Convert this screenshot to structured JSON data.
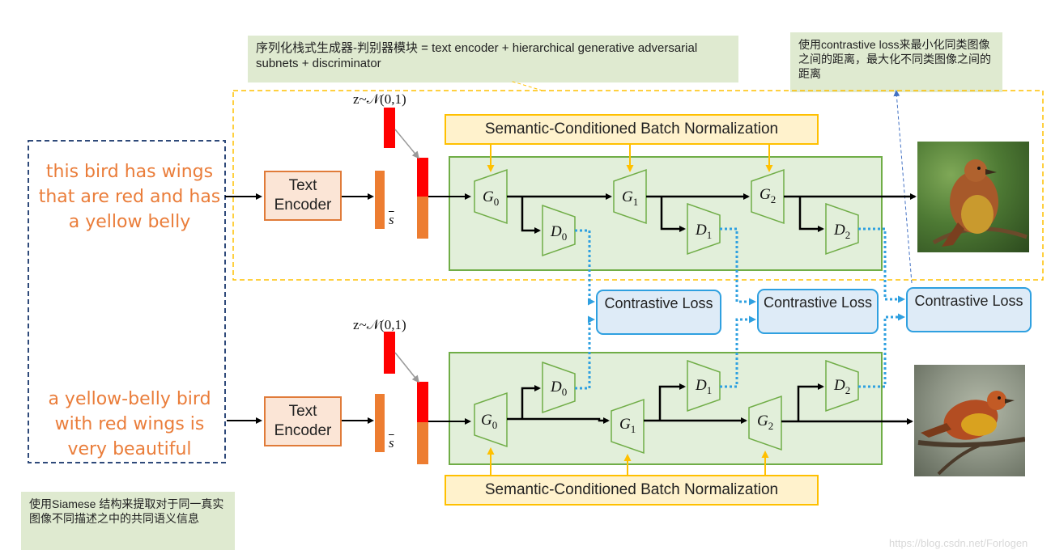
{
  "notes": {
    "top": "序列化栈式生成器-判别器模块 = text encoder + hierarchical generative adversarial subnets + discriminator",
    "right": "使用contrastive loss来最小化同类图像之间的距离，最大化不同类图像之间的距离",
    "bottom": "使用Siamese 结构来提取对于同一真实图像不同描述之中的共同语义信息"
  },
  "prompts": {
    "top": "this bird has wings that are red and has a yellow belly",
    "bottom": "a yellow-belly bird with red wings is very beautiful"
  },
  "encoder_label": "Text Encoder",
  "scbn_label": "Semantic-Conditioned Batch Normalization",
  "contrastive_label": "Contrastive Loss",
  "noise_label": "z~𝒩(0,1)",
  "sentence_vector_label": "s",
  "generators": [
    "G",
    "G",
    "G"
  ],
  "discriminators": [
    "D",
    "D",
    "D"
  ],
  "subscripts": [
    "0",
    "1",
    "2"
  ],
  "watermark": "https://blog.csdn.net/Forlogen",
  "colors": {
    "prompt_text": "#ea7d3a",
    "noise_bar": "#ff0000",
    "embed_bar": "#ed7d31",
    "scbn_fill": "#fff2cc",
    "scbn_border": "#ffc000",
    "gan_fill": "#e2efda",
    "gan_border": "#70ad47",
    "contrastive_fill": "#deebf7",
    "contrastive_border": "#2fa0e0",
    "note_fill": "#dfead0",
    "dashed_prompt_border": "#2f4a7a",
    "dashed_module_border": "#ffc000"
  }
}
